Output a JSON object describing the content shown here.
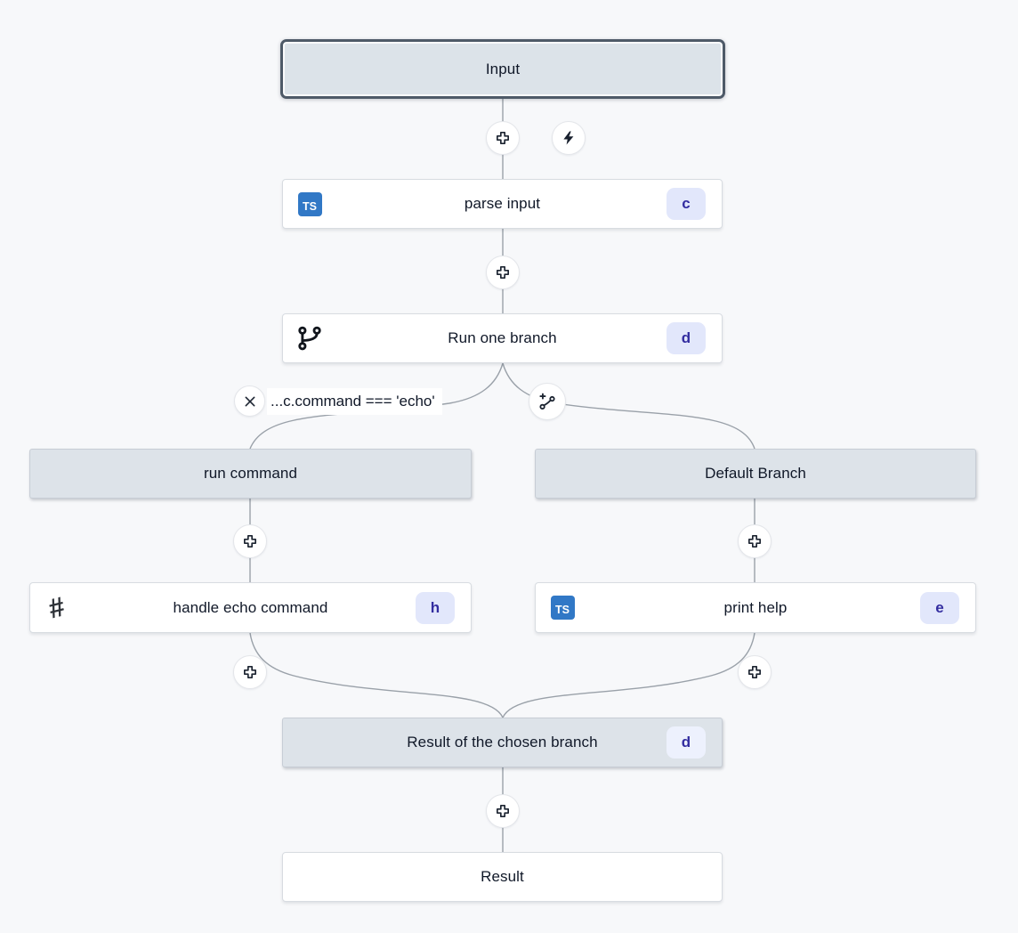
{
  "canvas": {
    "background": "#f7f8fa",
    "edge_color": "#9aa1a9"
  },
  "colors": {
    "typescript_blue": "#3178c6",
    "badge_bg": "#e2e7fb",
    "badge_text": "#332da0",
    "module_header_bg": "#dde3e9",
    "selected_border": "#4e5a68",
    "node_bg": "#ffffff"
  },
  "icons": {
    "ts_label": "TS",
    "hash_glyph": "#"
  },
  "flow": {
    "input": {
      "label": "Input"
    },
    "parse_input": {
      "label": "parse input",
      "badge": "c",
      "icon": "typescript-icon"
    },
    "run_one_branch": {
      "label": "Run one branch",
      "badge": "d",
      "icon": "git-branch-icon"
    },
    "condition": {
      "label": "...c.command === 'echo'"
    },
    "run_command": {
      "label": "run command"
    },
    "default_branch": {
      "label": "Default Branch"
    },
    "handle_echo_command": {
      "label": "handle echo command",
      "badge": "h",
      "icon": "hash-icon"
    },
    "print_help": {
      "label": "print help",
      "badge": "e",
      "icon": "typescript-icon"
    },
    "result_chosen": {
      "label": "Result of the chosen branch",
      "badge": "d"
    },
    "result": {
      "label": "Result"
    }
  }
}
